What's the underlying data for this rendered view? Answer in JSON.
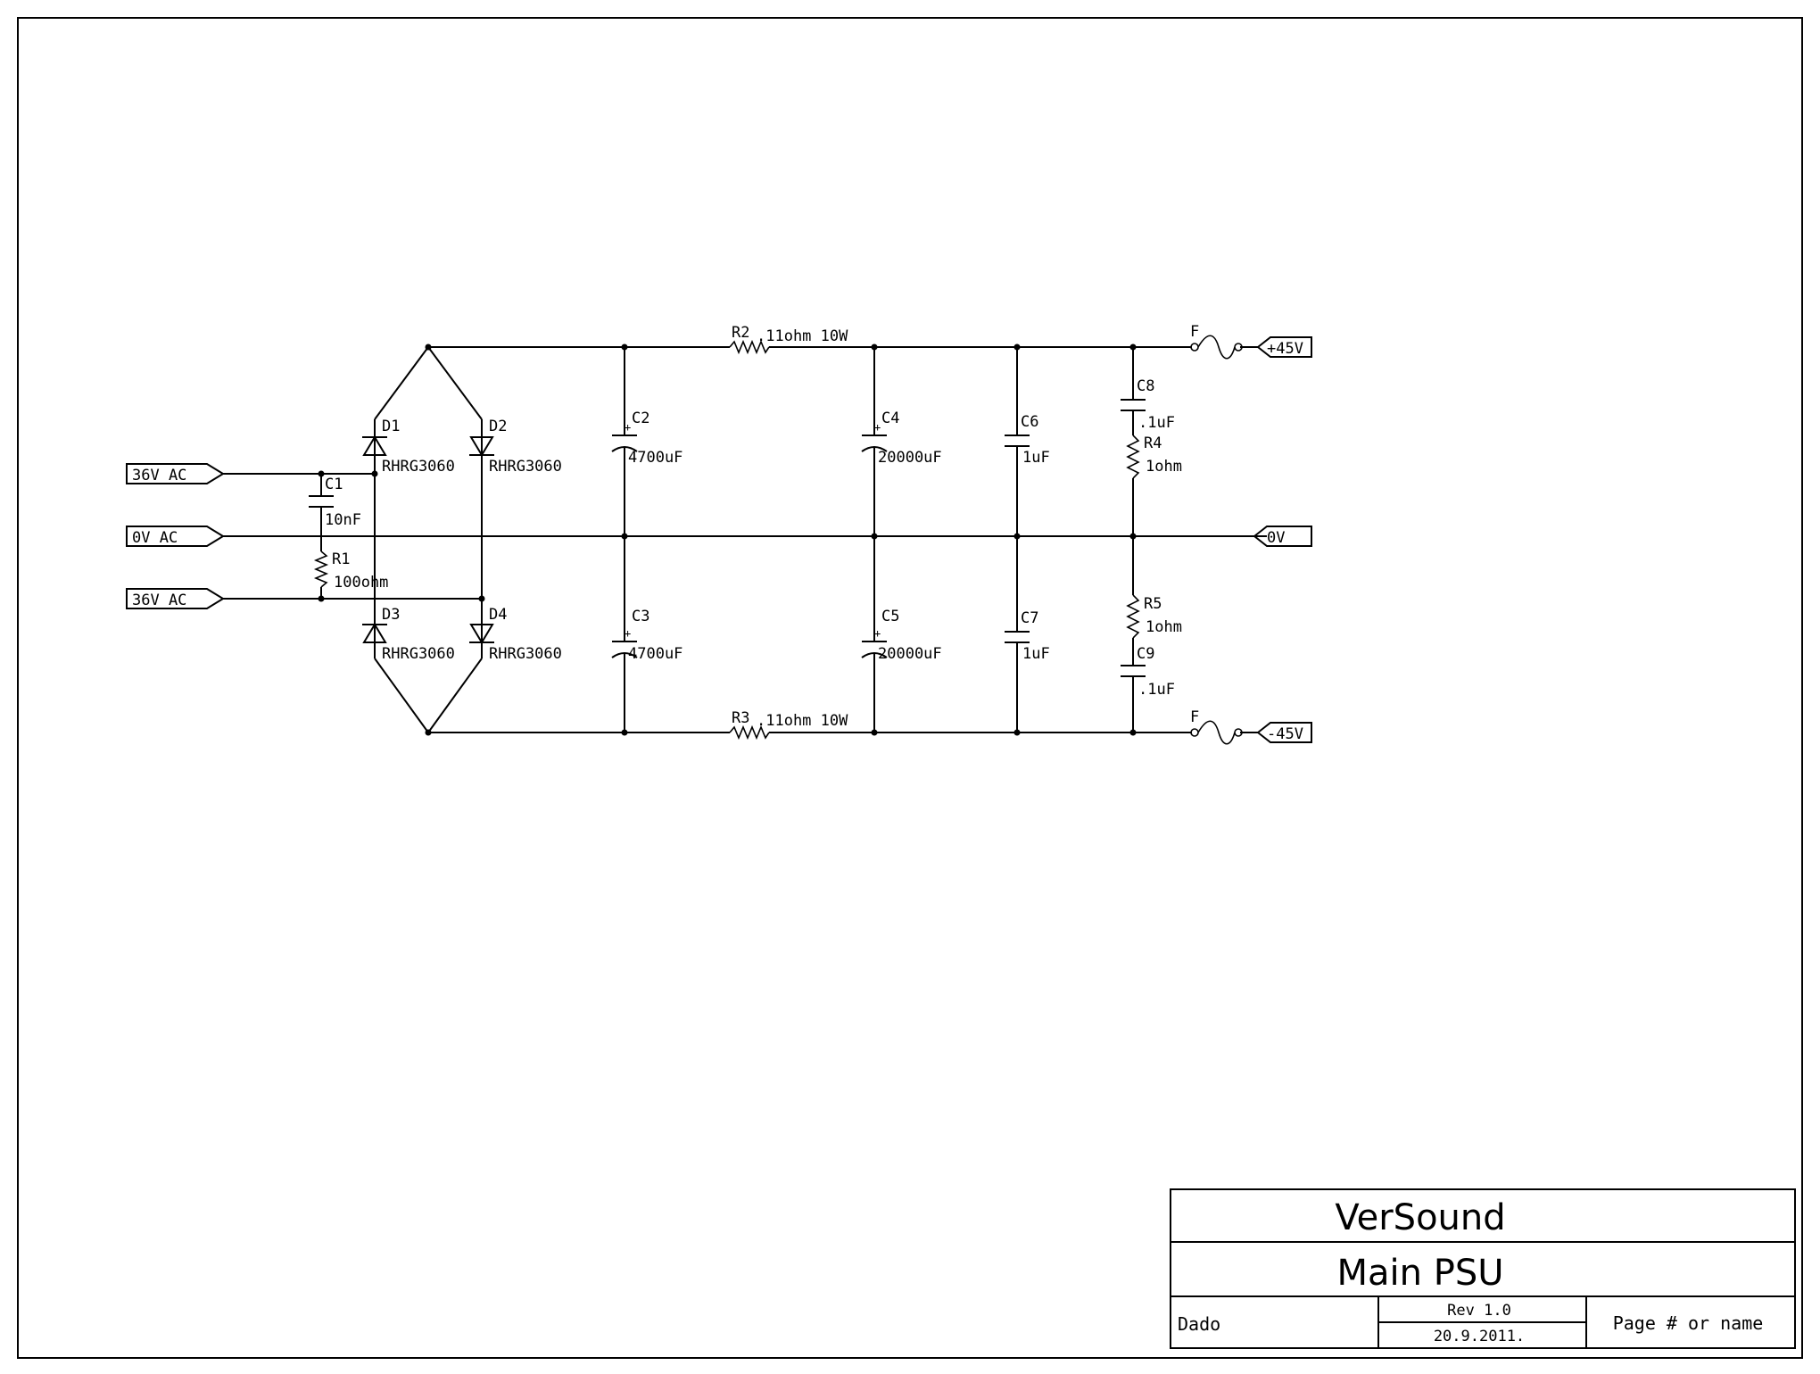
{
  "ports": {
    "in_top": "36V AC",
    "in_mid": "0V AC",
    "in_bot": "36V AC",
    "out_pos": "+45V",
    "out_gnd": "0V",
    "out_neg": "-45V"
  },
  "components": {
    "c1": {
      "ref": "C1",
      "value": "10nF"
    },
    "r1": {
      "ref": "R1",
      "value": "100ohm"
    },
    "d1": {
      "ref": "D1",
      "value": "RHRG3060"
    },
    "d2": {
      "ref": "D2",
      "value": "RHRG3060"
    },
    "d3": {
      "ref": "D3",
      "value": "RHRG3060"
    },
    "d4": {
      "ref": "D4",
      "value": "RHRG3060"
    },
    "c2": {
      "ref": "C2",
      "value": "4700uF"
    },
    "c3": {
      "ref": "C3",
      "value": "4700uF"
    },
    "r2": {
      "ref": "R2",
      "value": ".11ohm 10W"
    },
    "r3": {
      "ref": "R3",
      "value": ".11ohm 10W"
    },
    "c4": {
      "ref": "C4",
      "value": "20000uF"
    },
    "c5": {
      "ref": "C5",
      "value": "20000uF"
    },
    "c6": {
      "ref": "C6",
      "value": "1uF"
    },
    "c7": {
      "ref": "C7",
      "value": "1uF"
    },
    "c8": {
      "ref": "C8",
      "value": ".1uF"
    },
    "c9": {
      "ref": "C9",
      "value": ".1uF"
    },
    "r4": {
      "ref": "R4",
      "value": "1ohm"
    },
    "r5": {
      "ref": "R5",
      "value": "1ohm"
    },
    "f_top": {
      "ref": "F"
    },
    "f_bot": {
      "ref": "F"
    }
  },
  "title_block": {
    "company": "VerSound",
    "title": "Main PSU",
    "author": "Dado",
    "revision": "Rev 1.0",
    "date": "20.9.2011.",
    "page": "Page # or name"
  }
}
